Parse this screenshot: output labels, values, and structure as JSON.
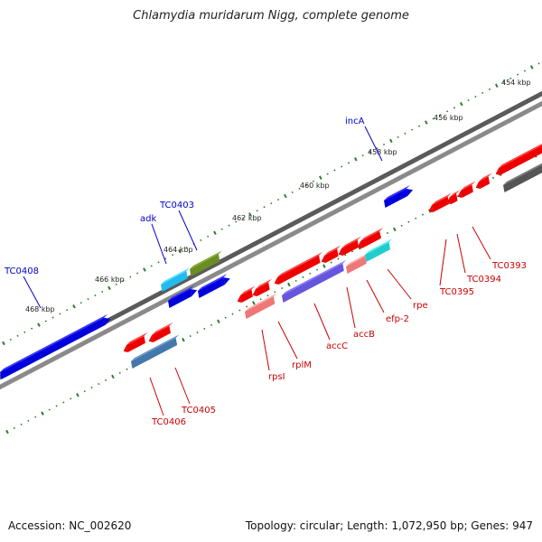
{
  "title": "Chlamydia muridarum Nigg, complete genome",
  "footer": {
    "accession": "Accession: NC_002620",
    "summary": "Topology: circular; Length: 1,072,950 bp; Genes: 947"
  },
  "colors": {
    "forward_gene": "#0000ee",
    "reverse_gene": "#ee0000",
    "backbone": "#7a7a7a",
    "ticks": "#2e7d2e"
  },
  "scale_labels": [
    "454 kbp",
    "456 kbp",
    "458 kbp",
    "460 kbp",
    "462 kbp",
    "464 kbp",
    "466 kbp",
    "468 kbp"
  ],
  "forward_labels": [
    "incA",
    "TC0403",
    "adk",
    "TC0408"
  ],
  "reverse_labels": [
    "TC0393",
    "TC0394",
    "TC0395",
    "rpe",
    "efp-2",
    "accB",
    "accC",
    "rplM",
    "rpsI",
    "TC0405",
    "TC0406"
  ]
}
